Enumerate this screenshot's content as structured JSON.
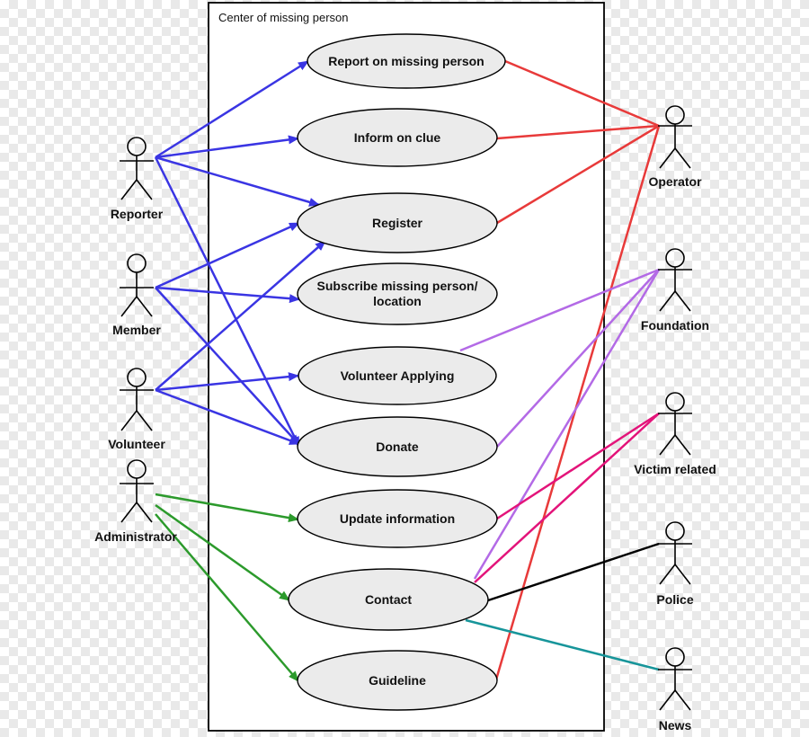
{
  "system": {
    "title": "Center of missing person"
  },
  "use_cases": {
    "report": "Report on missing person",
    "inform": "Inform on clue",
    "register": "Register",
    "subscribe_line1": "Subscribe missing person/",
    "subscribe_line2": "location",
    "volunteer": "Volunteer Applying",
    "donate": "Donate",
    "update": "Update information",
    "contact": "Contact",
    "guideline": "Guideline"
  },
  "actors": {
    "reporter": "Reporter",
    "member": "Member",
    "volunteer": "Volunteer",
    "administrator": "Administrator",
    "operator": "Operator",
    "foundation": "Foundation",
    "victim": "Victim related",
    "police": "Police",
    "news": "News"
  },
  "colors": {
    "blue": "#3a35e3",
    "red": "#e83a3a",
    "purple": "#b36ae6",
    "magenta": "#e3147a",
    "green": "#2c9a2c",
    "black": "#000000",
    "teal": "#17959a",
    "ellipse_fill": "#ebebeb"
  },
  "icons": {
    "actor": "stick-figure-icon",
    "arrow": "arrowhead-icon"
  },
  "associations": [
    {
      "from": "Reporter",
      "to": "Report on missing person",
      "color": "blue",
      "directed": true
    },
    {
      "from": "Reporter",
      "to": "Inform on clue",
      "color": "blue",
      "directed": true
    },
    {
      "from": "Reporter",
      "to": "Register",
      "color": "blue",
      "directed": true
    },
    {
      "from": "Reporter",
      "to": "Donate",
      "color": "blue",
      "directed": true
    },
    {
      "from": "Member",
      "to": "Register",
      "color": "blue",
      "directed": true
    },
    {
      "from": "Member",
      "to": "Subscribe missing person/location",
      "color": "blue",
      "directed": true
    },
    {
      "from": "Member",
      "to": "Donate",
      "color": "blue",
      "directed": true
    },
    {
      "from": "Volunteer",
      "to": "Register",
      "color": "blue",
      "directed": true
    },
    {
      "from": "Volunteer",
      "to": "Volunteer Applying",
      "color": "blue",
      "directed": true
    },
    {
      "from": "Volunteer",
      "to": "Donate",
      "color": "blue",
      "directed": true
    },
    {
      "from": "Administrator",
      "to": "Update information",
      "color": "green",
      "directed": true
    },
    {
      "from": "Administrator",
      "to": "Contact",
      "color": "green",
      "directed": true
    },
    {
      "from": "Administrator",
      "to": "Guideline",
      "color": "green",
      "directed": true
    },
    {
      "from": "Report on missing person",
      "to": "Operator",
      "color": "red",
      "directed": false
    },
    {
      "from": "Inform on clue",
      "to": "Operator",
      "color": "red",
      "directed": false
    },
    {
      "from": "Register",
      "to": "Operator",
      "color": "red",
      "directed": false
    },
    {
      "from": "Guideline",
      "to": "Operator",
      "color": "red",
      "directed": false
    },
    {
      "from": "Volunteer Applying",
      "to": "Foundation",
      "color": "purple",
      "directed": false
    },
    {
      "from": "Donate",
      "to": "Foundation",
      "color": "purple",
      "directed": false
    },
    {
      "from": "Contact",
      "to": "Foundation",
      "color": "purple",
      "directed": false
    },
    {
      "from": "Update information",
      "to": "Victim related",
      "color": "magenta",
      "directed": false
    },
    {
      "from": "Contact",
      "to": "Victim related",
      "color": "magenta",
      "directed": false
    },
    {
      "from": "Contact",
      "to": "Police",
      "color": "black",
      "directed": false
    },
    {
      "from": "Contact",
      "to": "News",
      "color": "teal",
      "directed": false
    }
  ]
}
